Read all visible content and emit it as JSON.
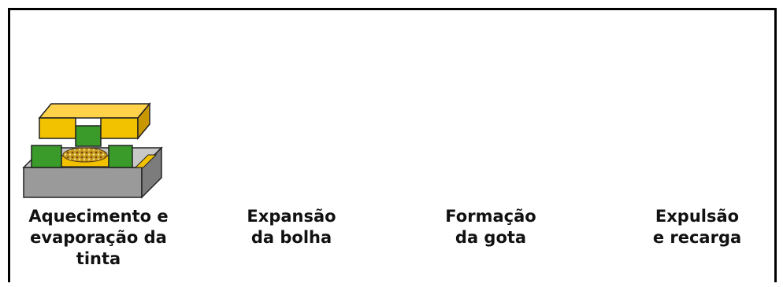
{
  "diagram": {
    "colors": {
      "ink": "#f2c100",
      "ink_dark": "#c99800",
      "heater": "#3a9a2a",
      "base": "#9a9a9a",
      "outline": "#222222"
    },
    "stages": [
      {
        "caption": "Aquecimento e\nevaporação da\ntinta"
      },
      {
        "caption": "Expansão\nda bolha"
      },
      {
        "caption": "Formação\nda gota"
      },
      {
        "caption": "Expulsão\ne recarga"
      }
    ]
  }
}
